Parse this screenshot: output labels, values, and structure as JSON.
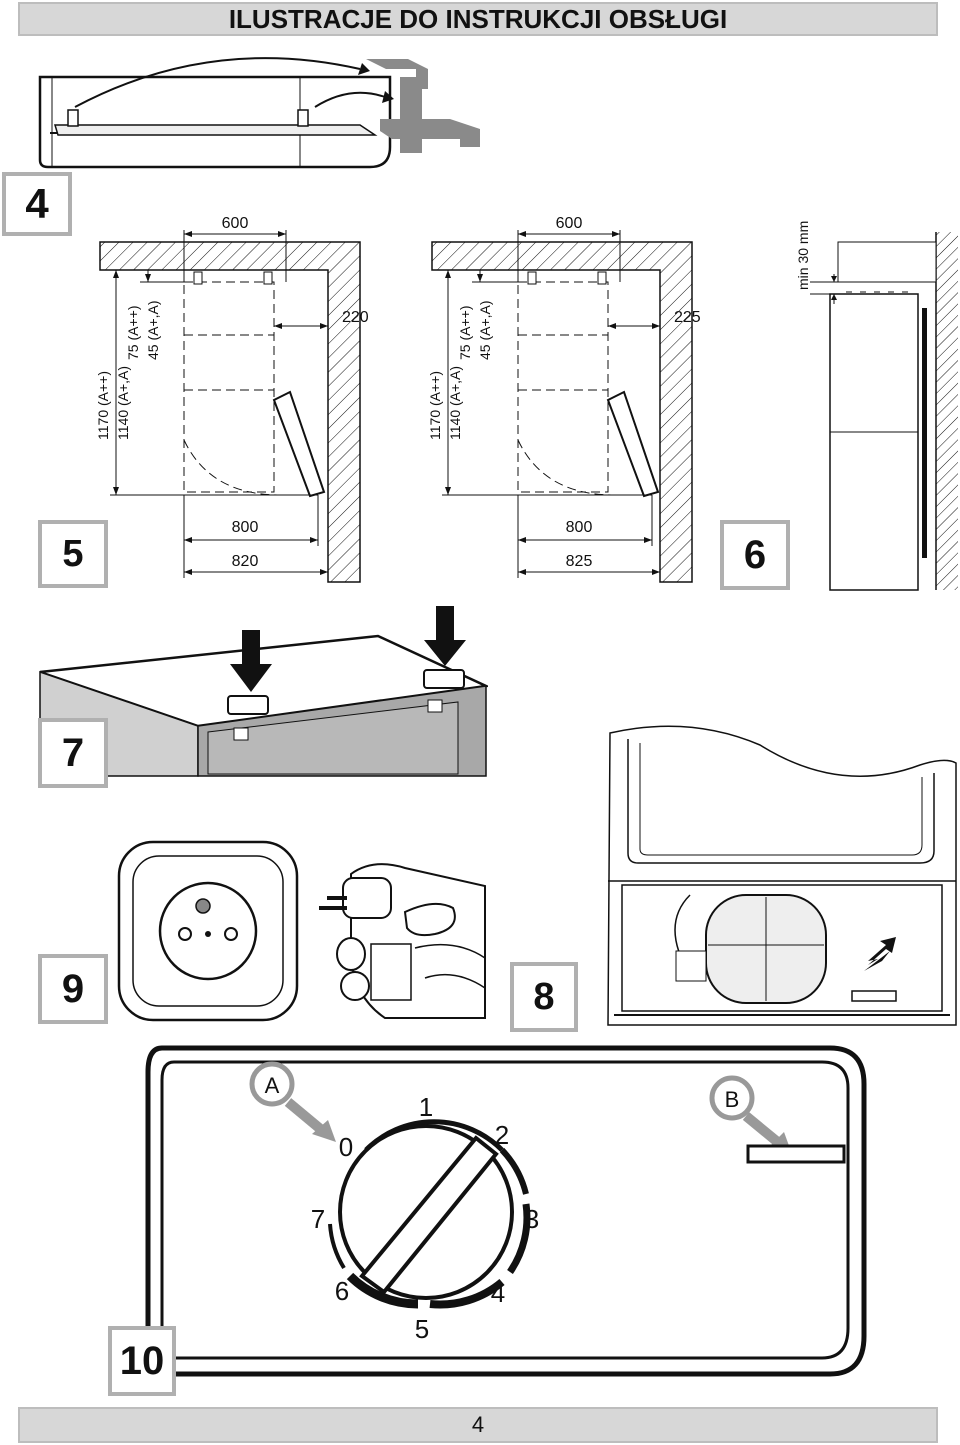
{
  "header": {
    "title": "ILUSTRACJE DO INSTRUKCJI OBSŁUGI"
  },
  "footer": {
    "page_number": "4"
  },
  "figure_numbers": {
    "fig4": "4",
    "fig5": "5",
    "fig6": "6",
    "fig7": "7",
    "fig8": "8",
    "fig9": "9",
    "fig10": "10"
  },
  "fig5": {
    "left": {
      "width_top": "600",
      "side_gap": "220",
      "dim_1170": "1170 (A++)",
      "dim_1140": "1140 (A+,A)",
      "dim_75": "75 (A++)",
      "dim_45": "45 (A+,A)",
      "dim_800": "800",
      "dim_820": "820"
    },
    "right": {
      "width_top": "600",
      "side_gap": "225",
      "dim_1170": "1170 (A++)",
      "dim_1140": "1140 (A+,A)",
      "dim_75": "75 (A++)",
      "dim_45": "45 (A+,A)",
      "dim_800": "800",
      "dim_825": "825"
    }
  },
  "fig6": {
    "clearance": "min 30 mm"
  },
  "fig10": {
    "label_a": "A",
    "label_b": "B",
    "dial": [
      "0",
      "1",
      "2",
      "3",
      "4",
      "5",
      "6",
      "7"
    ]
  }
}
